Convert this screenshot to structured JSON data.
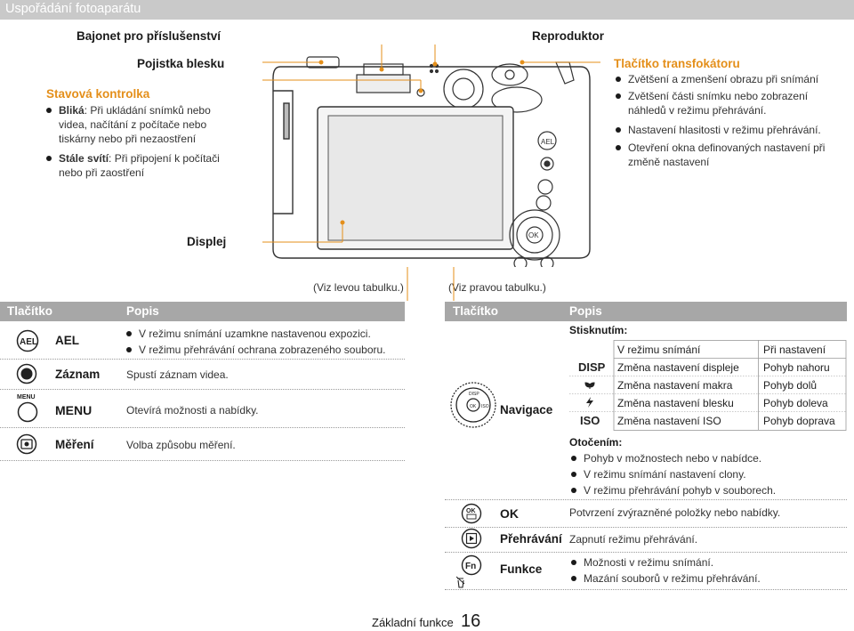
{
  "header": {
    "title": "Uspořádání fotoaparátu"
  },
  "callouts": {
    "bajonet": "Bajonet pro příslušenství",
    "pojistka": "Pojistka blesku",
    "reproduktor": "Reproduktor",
    "displej": "Displej",
    "stavova": {
      "title": "Stavová kontrolka",
      "item1_term": "Bliká",
      "item1_text": ": Při ukládání snímků nebo videa, načítání z počítače nebo tiskárny nebo při nezaostření",
      "item2_term": "Stále svítí",
      "item2_text": ": Při připojení k počítači nebo při zaostření"
    },
    "zoom": {
      "title": "Tlačítko transfokátoru",
      "items": [
        "Zvětšení a zmenšení obrazu při snímání",
        "Zvětšení části snímku nebo zobrazení náhledů v režimu přehrávání.",
        "Nastavení hlasitosti v režimu přehrávání.",
        "Otevření okna definovaných nastavení při změně nastavení"
      ]
    }
  },
  "notes": {
    "left": "(Viz levou tabulku.)",
    "right": "(Viz pravou tabulku.)"
  },
  "left_table": {
    "col1": "Tlačítko",
    "col2": "Popis",
    "rows": [
      {
        "icon": "AEL",
        "label": "AEL",
        "bullets": [
          "V režimu snímání uzamkne nastavenou expozici.",
          "V režimu přehrávání ochrana zobrazeného souboru."
        ]
      },
      {
        "icon": "record",
        "label": "Záznam",
        "text": "Spustí záznam videa."
      },
      {
        "icon": "MENU",
        "label": "MENU",
        "text": "Otevírá možnosti a nabídky."
      },
      {
        "icon": "metering",
        "label": "Měření",
        "text": "Volba způsobu měření."
      }
    ]
  },
  "right_table": {
    "col1": "Tlačítko",
    "col2": "Popis",
    "nav": {
      "label": "Navigace",
      "press_title": "Stisknutím:",
      "sub_headers": [
        "V režimu snímání",
        "Při nastavení"
      ],
      "sub_rows": [
        {
          "icon": "DISP",
          "a": "Změna nastavení displeje",
          "b": "Pohyb nahoru"
        },
        {
          "icon": "macro",
          "a": "Změna nastavení makra",
          "b": "Pohyb dolů"
        },
        {
          "icon": "flash",
          "a": "Změna nastavení blesku",
          "b": "Pohyb doleva"
        },
        {
          "icon": "ISO",
          "a": "Změna nastavení ISO",
          "b": "Pohyb doprava"
        }
      ],
      "rotate_title": "Otočením:",
      "rotate_items": [
        "Pohyb v možnostech nebo v nabídce.",
        "V režimu snímání nastavení clony.",
        "V režimu přehrávání pohyb v souborech."
      ]
    },
    "ok": {
      "label": "OK",
      "text": "Potvrzení zvýrazněné položky nebo nabídky."
    },
    "play": {
      "label": "Přehrávání",
      "text": "Zapnutí režimu přehrávání."
    },
    "fn": {
      "label": "Funkce",
      "items": [
        "Možnosti v režimu snímání.",
        "Mazání souborů v režimu přehrávání."
      ]
    }
  },
  "footer": {
    "text": "Základní funkce",
    "page": "16"
  }
}
